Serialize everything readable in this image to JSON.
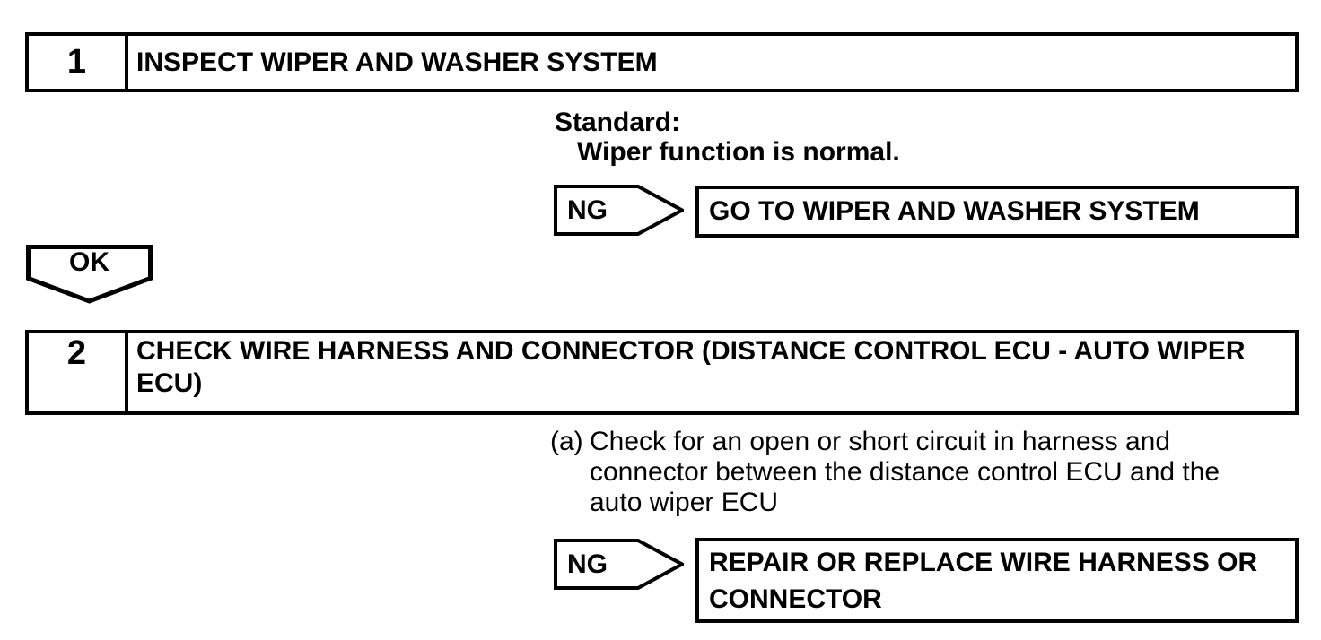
{
  "colors": {
    "ink": "#000000",
    "paper": "#ffffff"
  },
  "step1": {
    "number": "1",
    "title": "INSPECT WIPER AND WASHER SYSTEM",
    "standard": {
      "label": "Standard:",
      "text": "Wiper function is normal."
    },
    "ng_label": "NG",
    "ng_action_lines": [
      "GO TO WIPER AND WASHER SYSTEM"
    ],
    "ok_label": "OK"
  },
  "step2": {
    "number": "2",
    "title_lines": [
      "CHECK WIRE HARNESS AND CONNECTOR (DISTANCE CONTROL ECU - AUTO WIPER",
      "ECU)"
    ],
    "substep_marker": "(a)",
    "substep_lines": [
      "Check for an open or short circuit in harness and",
      "connector between the distance control ECU and the",
      "auto wiper ECU"
    ],
    "ng_label": "NG",
    "ng_action_lines": [
      "REPAIR OR REPLACE WIRE HARNESS OR",
      "CONNECTOR"
    ]
  }
}
